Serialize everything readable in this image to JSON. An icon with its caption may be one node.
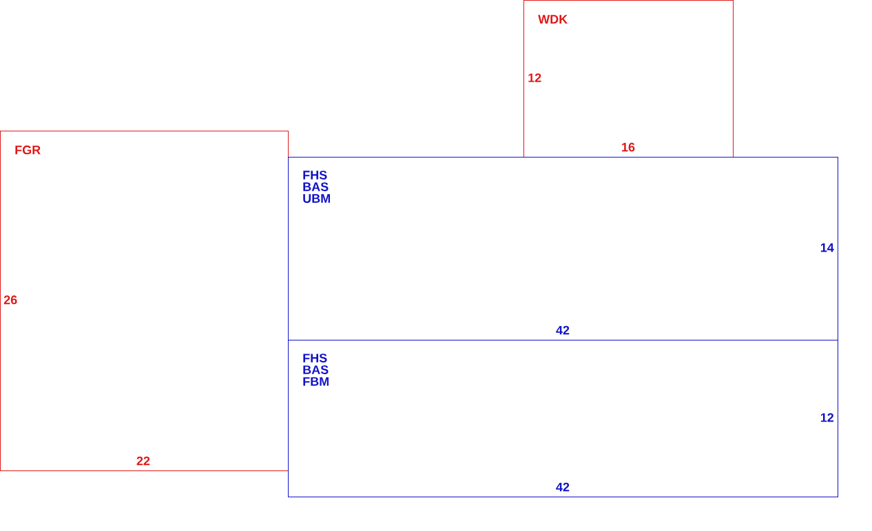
{
  "diagram": {
    "nodes": [
      {
        "text": [
          "FGR",
          "26",
          "22"
        ]
      },
      {
        "text": [
          "WDK",
          "12",
          "16"
        ]
      },
      {
        "text": [
          "FHS BAS UBM",
          "14",
          "42"
        ]
      },
      {
        "text": [
          "FHS BAS FBM",
          "12",
          "42"
        ]
      }
    ]
  }
}
